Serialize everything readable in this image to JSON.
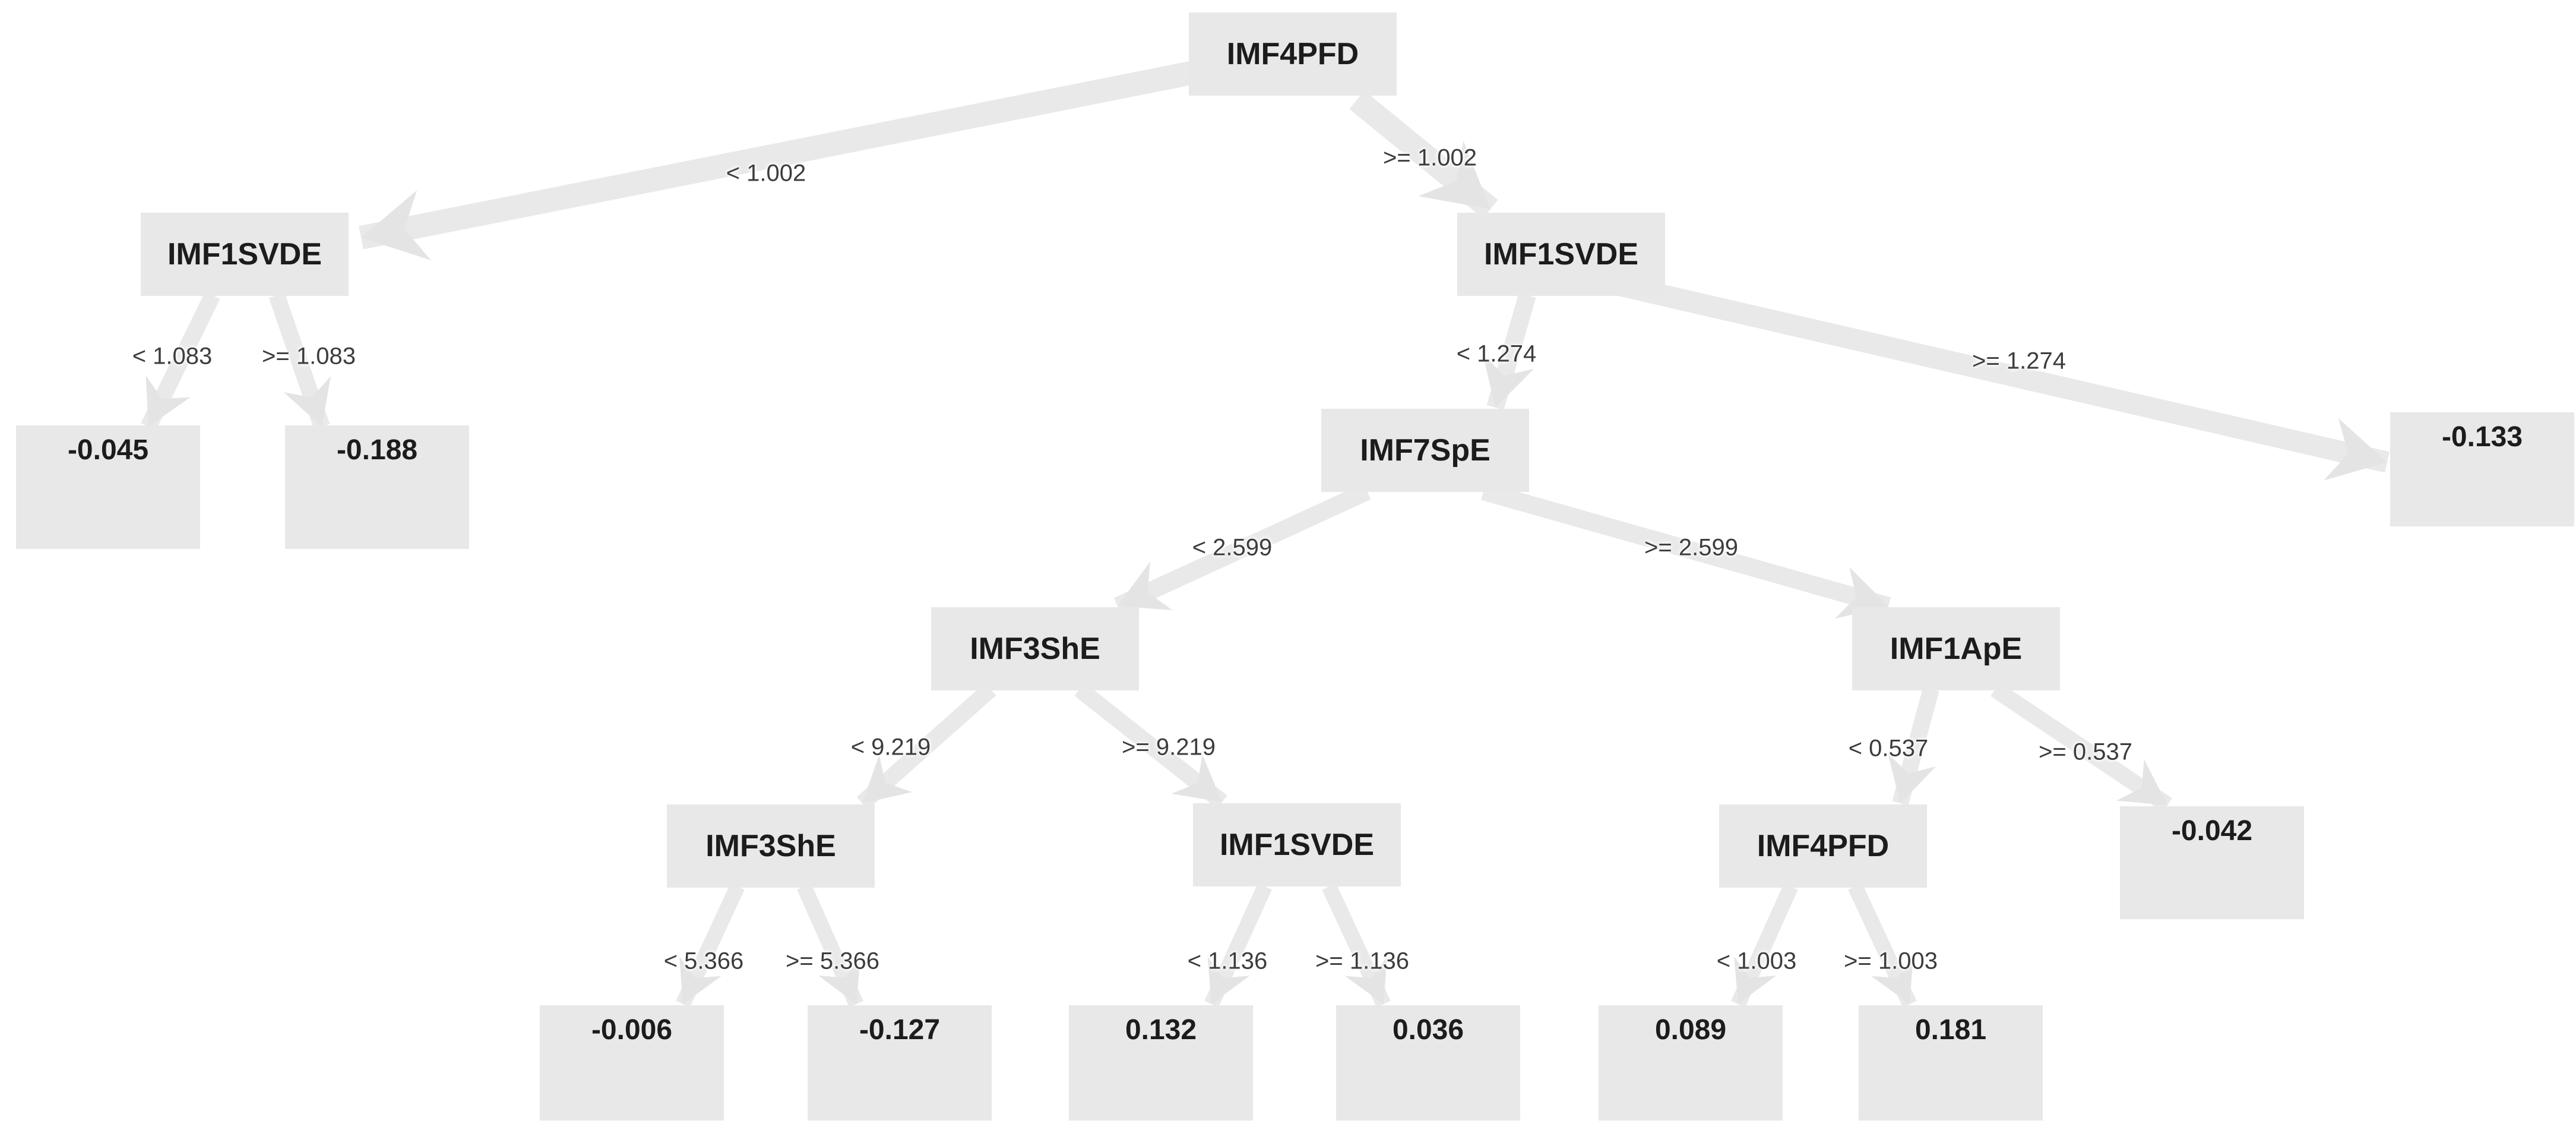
{
  "diagram": {
    "type": "decision-tree",
    "background_color": "#ffffff",
    "node_fill_color": "#e8e8e8",
    "edge_color": "#e9e9e9",
    "node_text_color": "#1c1c1c",
    "edge_label_color": "#3c3c3c",
    "nodes": [
      {
        "id": "root",
        "label": "IMF4PFD",
        "kind": "split"
      },
      {
        "id": "l1",
        "label": "IMF1SVDE",
        "kind": "split"
      },
      {
        "id": "r1",
        "label": "IMF1SVDE",
        "kind": "split"
      },
      {
        "id": "leaf-a",
        "label": "-0.045",
        "kind": "leaf"
      },
      {
        "id": "leaf-b",
        "label": "-0.188",
        "kind": "leaf"
      },
      {
        "id": "spe",
        "label": "IMF7SpE",
        "kind": "split"
      },
      {
        "id": "leaf-c",
        "label": "-0.133",
        "kind": "leaf"
      },
      {
        "id": "she-upper",
        "label": "IMF3ShE",
        "kind": "split"
      },
      {
        "id": "ape",
        "label": "IMF1ApE",
        "kind": "split"
      },
      {
        "id": "she-lower",
        "label": "IMF3ShE",
        "kind": "split"
      },
      {
        "id": "svde-lower",
        "label": "IMF1SVDE",
        "kind": "split"
      },
      {
        "id": "pfd-lower",
        "label": "IMF4PFD",
        "kind": "split"
      },
      {
        "id": "leaf-d",
        "label": "-0.042",
        "kind": "leaf"
      },
      {
        "id": "leaf-e",
        "label": "-0.006",
        "kind": "leaf"
      },
      {
        "id": "leaf-f",
        "label": "-0.127",
        "kind": "leaf"
      },
      {
        "id": "leaf-g",
        "label": "0.132",
        "kind": "leaf"
      },
      {
        "id": "leaf-h",
        "label": "0.036",
        "kind": "leaf"
      },
      {
        "id": "leaf-i",
        "label": "0.089",
        "kind": "leaf"
      },
      {
        "id": "leaf-j",
        "label": "0.181",
        "kind": "leaf"
      }
    ],
    "edges": [
      {
        "from": "root",
        "to": "l1",
        "label": "< 1.002"
      },
      {
        "from": "root",
        "to": "r1",
        "label": ">= 1.002"
      },
      {
        "from": "l1",
        "to": "leaf-a",
        "label": "< 1.083"
      },
      {
        "from": "l1",
        "to": "leaf-b",
        "label": ">= 1.083"
      },
      {
        "from": "r1",
        "to": "spe",
        "label": "< 1.274"
      },
      {
        "from": "r1",
        "to": "leaf-c",
        "label": ">= 1.274"
      },
      {
        "from": "spe",
        "to": "she-upper",
        "label": "< 2.599"
      },
      {
        "from": "spe",
        "to": "ape",
        "label": ">= 2.599"
      },
      {
        "from": "she-upper",
        "to": "she-lower",
        "label": "< 9.219"
      },
      {
        "from": "she-upper",
        "to": "svde-lower",
        "label": ">= 9.219"
      },
      {
        "from": "ape",
        "to": "pfd-lower",
        "label": "< 0.537"
      },
      {
        "from": "ape",
        "to": "leaf-d",
        "label": ">= 0.537"
      },
      {
        "from": "she-lower",
        "to": "leaf-e",
        "label": "< 5.366"
      },
      {
        "from": "she-lower",
        "to": "leaf-f",
        "label": ">= 5.366"
      },
      {
        "from": "svde-lower",
        "to": "leaf-g",
        "label": "< 1.136"
      },
      {
        "from": "svde-lower",
        "to": "leaf-h",
        "label": ">= 1.136"
      },
      {
        "from": "pfd-lower",
        "to": "leaf-i",
        "label": "< 1.003"
      },
      {
        "from": "pfd-lower",
        "to": "leaf-j",
        "label": ">= 1.003"
      }
    ]
  }
}
